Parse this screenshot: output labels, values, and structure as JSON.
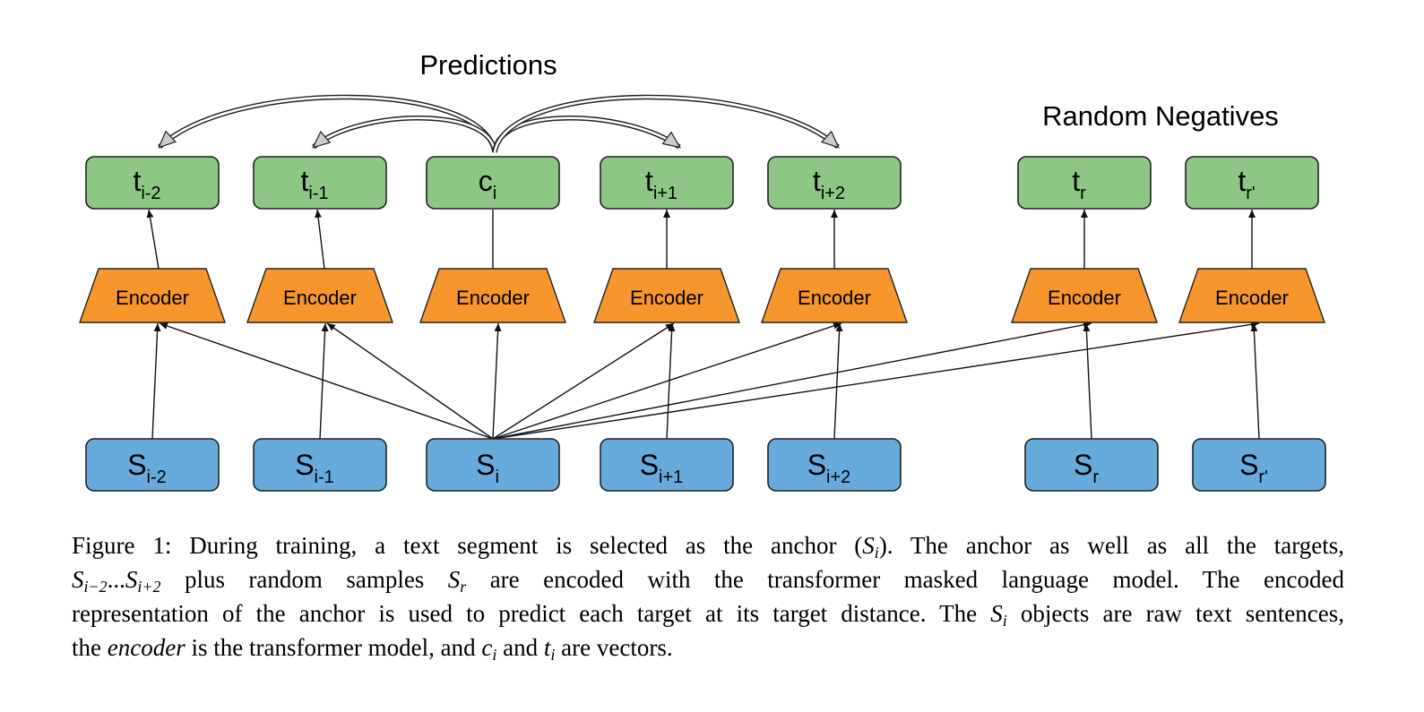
{
  "headings": {
    "predictions": "Predictions",
    "random_negatives": "Random Negatives"
  },
  "encoder_label": "Encoder",
  "columns": [
    {
      "key": "i-2",
      "target": {
        "base": "t",
        "sub": "i-2"
      },
      "input": {
        "base": "S",
        "sub": "i-2"
      }
    },
    {
      "key": "i-1",
      "target": {
        "base": "t",
        "sub": "i-1"
      },
      "input": {
        "base": "S",
        "sub": "i-1"
      }
    },
    {
      "key": "i",
      "target": {
        "base": "c",
        "sub": "i"
      },
      "input": {
        "base": "S",
        "sub": "i"
      }
    },
    {
      "key": "i+1",
      "target": {
        "base": "t",
        "sub": "i+1"
      },
      "input": {
        "base": "S",
        "sub": "i+1"
      }
    },
    {
      "key": "i+2",
      "target": {
        "base": "t",
        "sub": "i+2"
      },
      "input": {
        "base": "S",
        "sub": "i+2"
      }
    },
    {
      "key": "r",
      "target": {
        "base": "t",
        "sub": "r"
      },
      "input": {
        "base": "S",
        "sub": "r"
      }
    },
    {
      "key": "r'",
      "target": {
        "base": "t",
        "sub": "r'"
      },
      "input": {
        "base": "S",
        "sub": "r'"
      }
    }
  ],
  "colors": {
    "target_fill": "#8dc685",
    "encoder_fill": "#f7962c",
    "input_fill": "#67aadc",
    "stroke": "#222222",
    "arrow_head_fill": "#cccccc"
  },
  "caption": {
    "lines": [
      [
        "Figure 1:  During training, a text segment is selected as the anchor (",
        {
          "m": "S",
          "s": "i"
        },
        ").  The anchor as well as all the targets,"
      ],
      [
        {
          "m": "S",
          "s": "i−2"
        },
        "...",
        {
          "m": "S",
          "s": "i+2"
        },
        " plus random samples ",
        {
          "m": "S",
          "s": "r"
        },
        " are encoded with the transformer masked language model.  The encoded"
      ],
      [
        "representation of the anchor is used to predict each target at its target distance. The ",
        {
          "m": "S",
          "s": "i"
        },
        " objects are raw text sentences,"
      ],
      [
        "the ",
        {
          "e": "encoder"
        },
        " is the transformer model, and ",
        {
          "m": "c",
          "s": "i"
        },
        " and ",
        {
          "m": "t",
          "s": "i"
        },
        " are vectors."
      ]
    ]
  }
}
